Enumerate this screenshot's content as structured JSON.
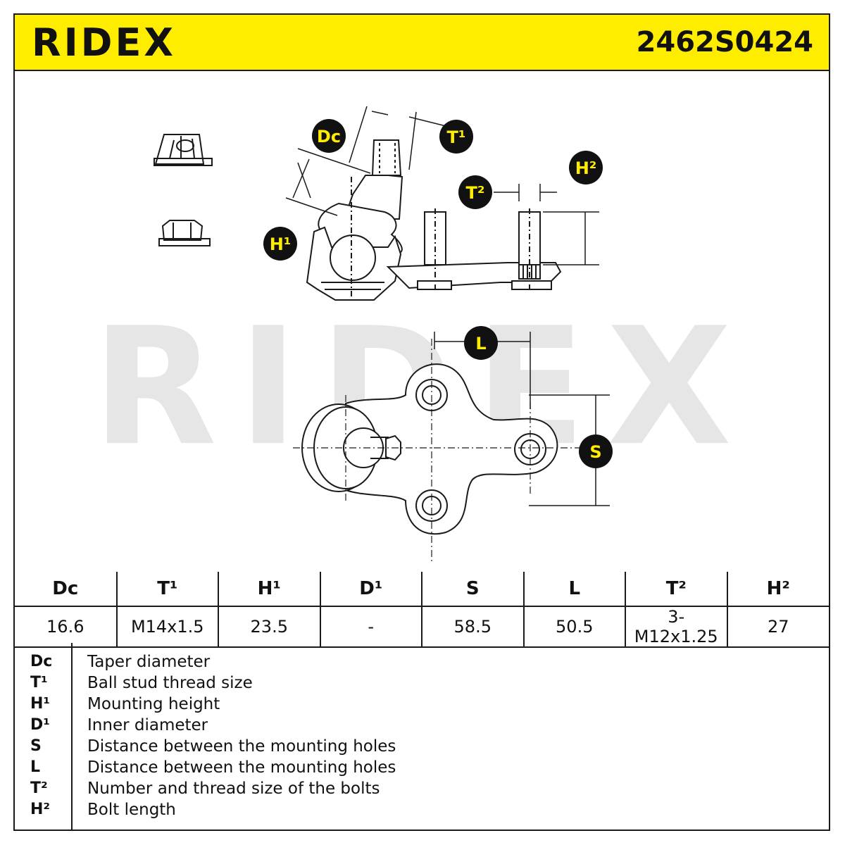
{
  "header": {
    "brand": "RIDEX",
    "part_number": "2462S0424",
    "background_color": "#ffed00"
  },
  "watermark": "RIDEX",
  "diagram": {
    "labels": {
      "dc": "Dc",
      "t1": "T¹",
      "h1": "H¹",
      "t2": "T²",
      "h2": "H²",
      "l": "L",
      "s": "S"
    },
    "badge_fill": "#111111",
    "badge_text_color": "#ffed00"
  },
  "spec_table": {
    "headers": [
      "Dc",
      "T¹",
      "H¹",
      "D¹",
      "S",
      "L",
      "T²",
      "H²"
    ],
    "values": [
      "16.6",
      "M14x1.5",
      "23.5",
      "-",
      "58.5",
      "50.5",
      "3-M12x1.25",
      "27"
    ]
  },
  "legend": [
    {
      "code": "Dc",
      "text": "Taper diameter"
    },
    {
      "code": "T¹",
      "text": "Ball stud thread size"
    },
    {
      "code": "H¹",
      "text": "Mounting height"
    },
    {
      "code": "D¹",
      "text": "Inner diameter"
    },
    {
      "code": "S",
      "text": "Distance between the mounting holes"
    },
    {
      "code": "L",
      "text": "Distance between the mounting holes"
    },
    {
      "code": "T²",
      "text": "Number and thread size of the bolts"
    },
    {
      "code": "H²",
      "text": "Bolt length"
    }
  ]
}
